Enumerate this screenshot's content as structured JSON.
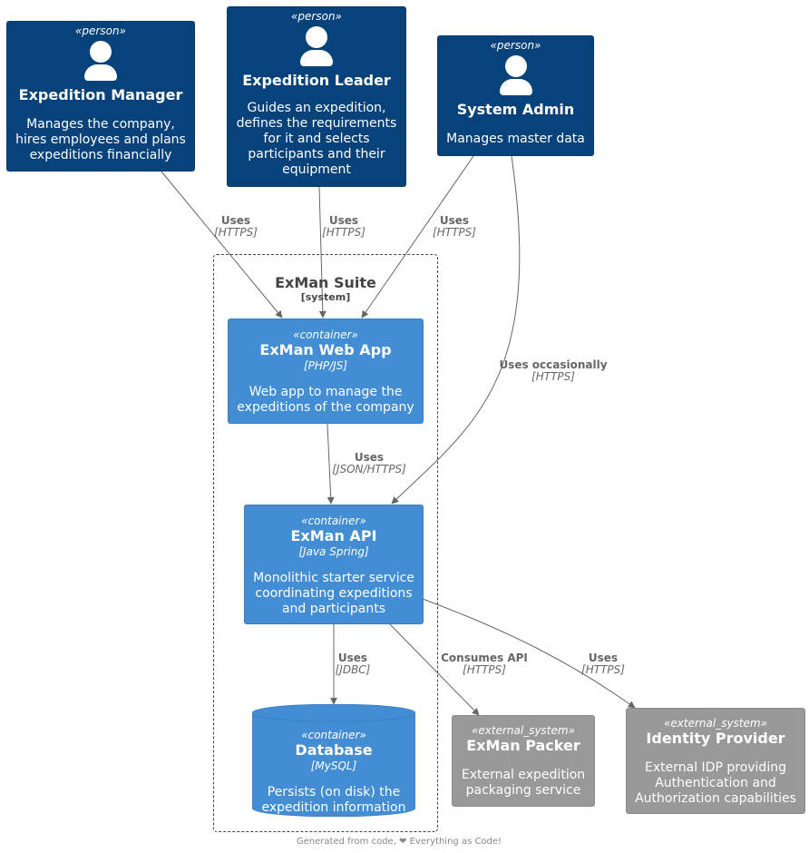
{
  "colors": {
    "person": "#08427b",
    "container": "#438dd5",
    "external_system": "#999999",
    "edge": "#666666"
  },
  "people": [
    {
      "stereotype": "«person»",
      "title": "Expedition Manager",
      "description": "Manages the company,\nhires employees and plans\nexpeditions financially"
    },
    {
      "stereotype": "«person»",
      "title": "Expedition Leader",
      "description": "Guides an expedition,\ndefines the requirements\nfor it and selects\nparticipants and their\nequipment"
    },
    {
      "stereotype": "«person»",
      "title": "System Admin",
      "description": "Manages master data"
    }
  ],
  "boundary": {
    "title": "ExMan Suite",
    "subtitle": "[system]"
  },
  "containers": [
    {
      "stereotype": "«container»",
      "title": "ExMan Web App",
      "technology": "[PHP/JS]",
      "description": "Web app to manage the\nexpeditions of the company"
    },
    {
      "stereotype": "«container»",
      "title": "ExMan API",
      "technology": "[Java Spring]",
      "description": "Monolithic starter service\ncoordinating expeditions\nand participants"
    },
    {
      "stereotype": "«container»",
      "title": "Database",
      "technology": "[MySQL]",
      "description": "Persists (on disk) the\nexpedition information"
    }
  ],
  "external_systems": [
    {
      "stereotype": "«external_system»",
      "title": "ExMan Packer",
      "description": "External expedition\npackaging service"
    },
    {
      "stereotype": "«external_system»",
      "title": "Identity Provider",
      "description": "External IDP providing\nAuthentication and\nAuthorization capabilities"
    }
  ],
  "relations": [
    {
      "label": "Uses",
      "technology": "[HTTPS]"
    },
    {
      "label": "Uses",
      "technology": "[HTTPS]"
    },
    {
      "label": "Uses",
      "technology": "[HTTPS]"
    },
    {
      "label": "Uses occasionally",
      "technology": "[HTTPS]"
    },
    {
      "label": "Uses",
      "technology": "[JSON/HTTPS]"
    },
    {
      "label": "Uses",
      "technology": "[JDBC]"
    },
    {
      "label": "Consumes API",
      "technology": "[HTTPS]"
    },
    {
      "label": "Uses",
      "technology": "[HTTPS]"
    }
  ],
  "footer": "Generated from code, ❤ Everything as Code!"
}
